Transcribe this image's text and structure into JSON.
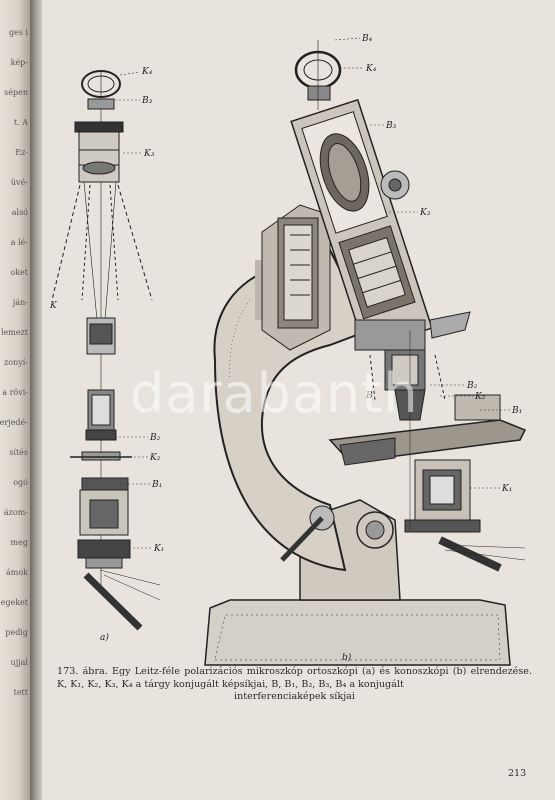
{
  "figure_labels": {
    "a": {
      "K4": "K₄",
      "B3": "B₃",
      "K3": "K₃",
      "K": "K",
      "B2": "B₂",
      "K2": "K₂",
      "B1": "B₁",
      "K1": "K₁",
      "sub": "a)"
    },
    "b": {
      "B4": "B₄",
      "K4": "K₄",
      "B3": "B₃",
      "K3": "K₃",
      "B": "B",
      "B2": "B₂",
      "K2": "K₂",
      "B1": "B₁",
      "K1": "K₁",
      "sub": "b)"
    }
  },
  "caption": {
    "line1": "173. ábra. Egy Leitz-féle polarizációs mikroszkóp ortoszkópi (a) és konoszkópi (b) elrendezése. K, K₁, K₂, K₃, K₄ a tárgy konjugált képsíkjai, B, B₁, B₂, B₃, B₄ a konjugált",
    "line2": "interferenciaképek síkjai"
  },
  "page_number": "213",
  "watermark": "darabanth",
  "left_page_fragments": [
    "ges i",
    "kép-",
    "sépen",
    "t. A",
    "Ez-",
    "üvé-",
    "alsó",
    "a lé-",
    "oket",
    "ján-",
    "lemezt",
    "zonyí-",
    "a rövi-",
    "erjedé-",
    "sítés",
    "ogó",
    "ázom-",
    "meg",
    "ámok",
    "egeket",
    "pedig",
    "ujjal",
    "tett"
  ]
}
